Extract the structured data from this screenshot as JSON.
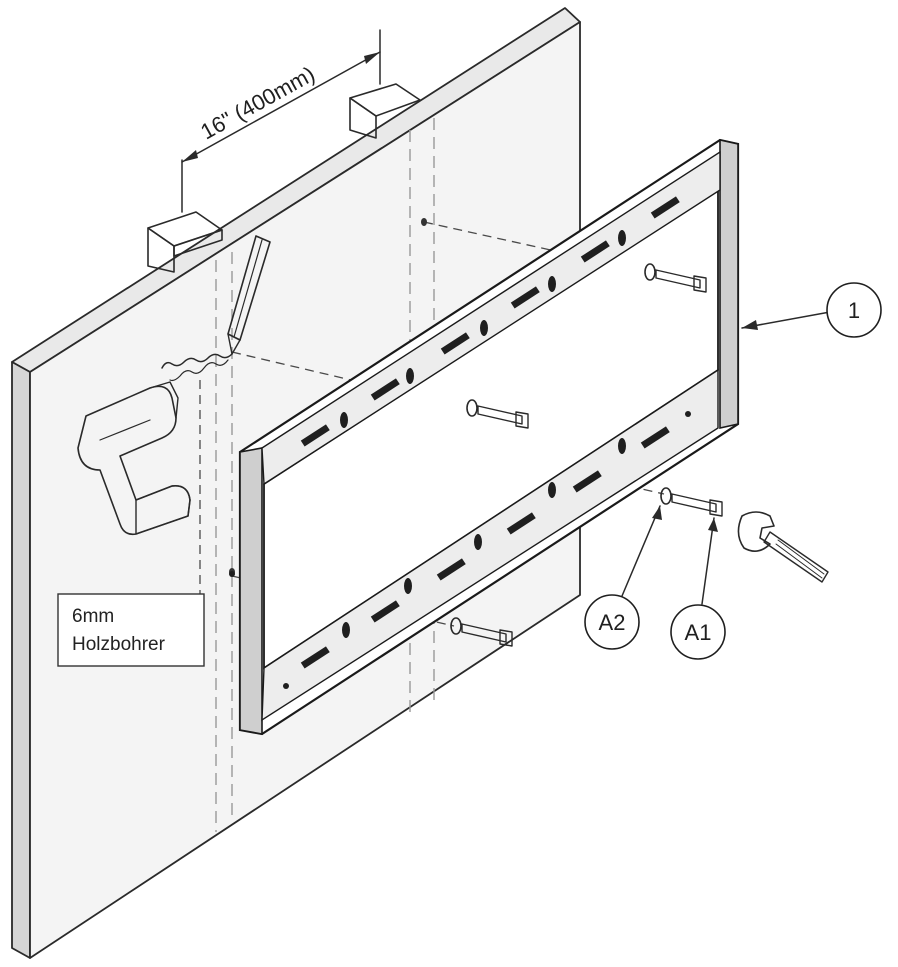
{
  "dimension": {
    "text": "16\" (400mm)"
  },
  "drill_note": {
    "line1": "6mm",
    "line2": "Holzbohrer"
  },
  "callouts": {
    "bracket": "1",
    "washer": "A2",
    "bolt": "A1"
  },
  "colors": {
    "ink": "#2a2a2a",
    "wall_face": "#f4f4f4",
    "wall_side": "#d6d6d6",
    "drill_body": "#e6e6e6"
  },
  "icons": [
    "pencil-icon",
    "drill-icon",
    "wrench-icon",
    "bolt-icon",
    "washer-icon"
  ]
}
